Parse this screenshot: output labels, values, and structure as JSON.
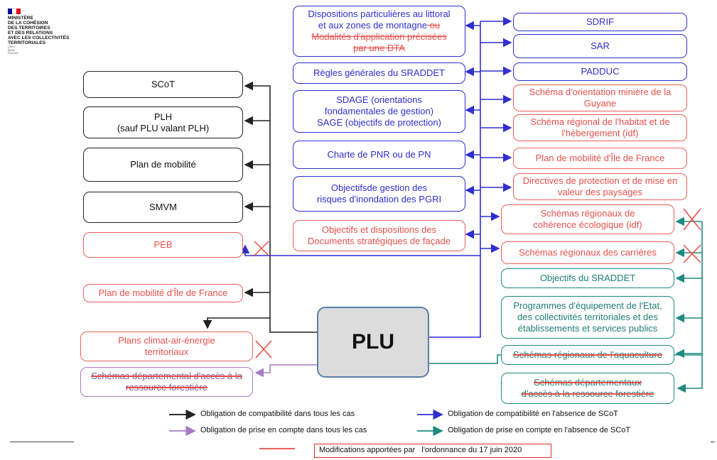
{
  "logo": {
    "institution": "MINISTÈRE\nDE LA COHÉSION\nDES TERRITOIRES\nET DES RELATIONS\nAVEC LES COLLECTIVITÉS\nTERRITORIALES",
    "motto": "Liberté\nÉgalité\nFraternité",
    "flag_colors": [
      "#000091",
      "#ffffff",
      "#e1000f"
    ]
  },
  "center": {
    "label": "PLU"
  },
  "left_boxes": [
    {
      "id": "scot",
      "text": "SCoT",
      "style": "black"
    },
    {
      "id": "plh",
      "text": "PLH\n(sauf PLU valant PLH)",
      "style": "black"
    },
    {
      "id": "mobilite",
      "text": "Plan de mobilité",
      "style": "black"
    },
    {
      "id": "smvm",
      "text": "SMVM",
      "style": "black"
    },
    {
      "id": "peb",
      "text": "PEB",
      "style": "red"
    },
    {
      "id": "pm-idf",
      "text": "Plan de mobilité d'Île de France",
      "style": "red"
    },
    {
      "id": "pcaet",
      "text": "Plans climat-air-énergie\nterritoriaux",
      "style": "red"
    },
    {
      "id": "schemas-forestiere",
      "text": "Schémas départemental d'accès à la\nressource forestière",
      "style": "purple"
    }
  ],
  "middle_boxes": [
    {
      "id": "littoral",
      "text": "Dispositions particulières au littoral\net aux zones de montagne",
      "struck": " ou\nModalités d'application précisées\npar une DTA",
      "style": "blue"
    },
    {
      "id": "sraddet-regles",
      "text": "Règles générales du SRADDET",
      "style": "blue"
    },
    {
      "id": "sdage",
      "text": "SDAGE (orientations\nfondamentales de gestion)\nSAGE (objectifs de protection)",
      "style": "blue"
    },
    {
      "id": "pnr",
      "text": "Charte de PNR ou de PN",
      "style": "blue"
    },
    {
      "id": "pgri",
      "text": "Objectifsde gestion des\nrisques d'inondation des PGRI",
      "style": "blue"
    },
    {
      "id": "dsf",
      "text": "Objectifs et dispositions des\nDocuments stratégiques de façade",
      "style": "red"
    }
  ],
  "right_boxes": [
    {
      "id": "sdrif",
      "text": "SDRIF",
      "style": "blue"
    },
    {
      "id": "sar",
      "text": "SAR",
      "style": "blue"
    },
    {
      "id": "padduc",
      "text": "PADDUC",
      "style": "blue"
    },
    {
      "id": "guyane",
      "text": "Schéma d'orientation minière de la\nGuyane",
      "style": "red"
    },
    {
      "id": "habitat-idf",
      "text": "Schéma régional de l'habitat et de\nl'hébergement (idf)",
      "style": "red"
    },
    {
      "id": "pm-idf-right",
      "text": "Plan de mobilité d'Île de France",
      "style": "red"
    },
    {
      "id": "paysages",
      "text": "Directives de protection et de mise en\nvaleur des paysages",
      "style": "red"
    },
    {
      "id": "coherence",
      "text": "Schémas régionaux de\ncohérence écologique (idf)",
      "style": "red"
    },
    {
      "id": "carrieres",
      "text": "Schémas régionaux des carrières",
      "style": "red"
    },
    {
      "id": "sraddet-obj",
      "text": "Objectifs du SRADDET",
      "style": "teal"
    },
    {
      "id": "programmes",
      "text": "Programmes d'équipement de l'Etat,\ndes collectivités territoriales et des\nétablissements et services publics",
      "style": "teal"
    },
    {
      "id": "aquaculture",
      "text": "Schémas régionaux de l'aquaculture",
      "style": "teal",
      "strike": true
    },
    {
      "id": "departementaux",
      "text": "Schémas départementaux\nd'accès à la ressource forestière",
      "style": "teal",
      "strike": true
    }
  ],
  "legend": [
    {
      "text": "Obligation de compatibilité dans tous les cas",
      "color": "#111111"
    },
    {
      "text": "Obligation de compatibilité en l'absence de SCoT",
      "color": "#2f2fd0"
    },
    {
      "text": "Obligation de prise en compte dans tous les cas",
      "color": "#a67bc4"
    },
    {
      "text": "Obligation de prise en compte en l'absence de SCoT",
      "color": "#1f8a80"
    }
  ],
  "modification_note": "Modifications apportées par   l'ordonnance du 17 juin 2020",
  "colors": {
    "black": "#222222",
    "blue": "#2f2fd0",
    "red": "#e8605d",
    "teal": "#1f8a80",
    "purple": "#a67bc4",
    "cross": "#e84a46"
  }
}
